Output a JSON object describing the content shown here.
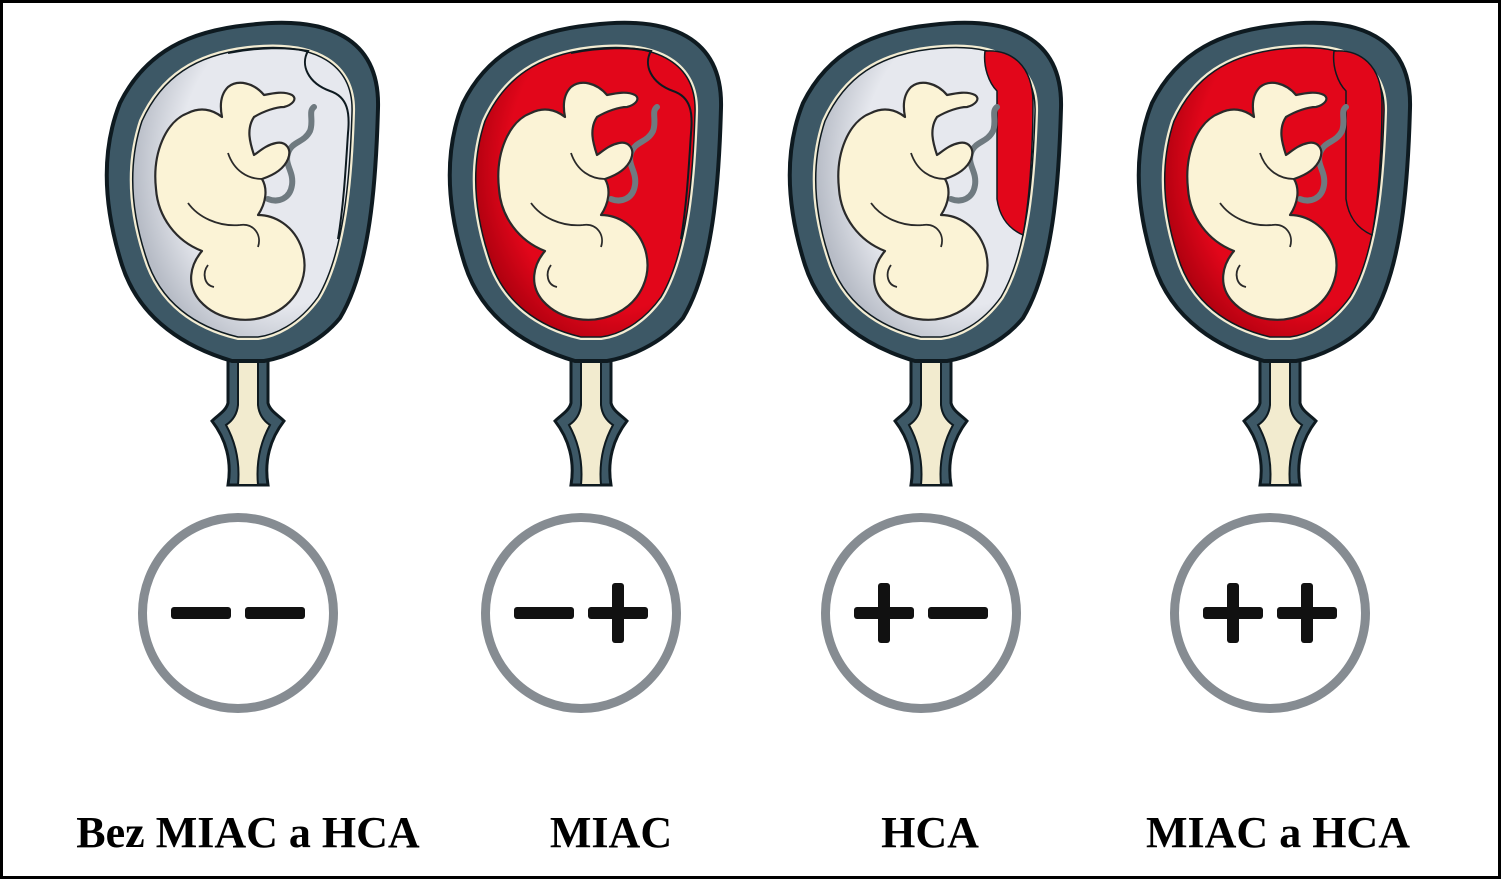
{
  "colors": {
    "wall": "#3d5866",
    "wall_outline": "#0e1a20",
    "membrane": "#f3ecd2",
    "cervix_fill": "#f2ebcf",
    "fetus": "#fbf3d6",
    "fetus_line": "#2a2a2a",
    "cord": "#6f7a80",
    "fluid_clear": "#e6e8ee",
    "fluid_clear_shade": "#b7bcc6",
    "inflamed": "#e2061a",
    "inflamed_dark": "#a8000e",
    "badge_ring": "#868c92",
    "sign": "#111111"
  },
  "panels": [
    {
      "id": "none",
      "caption": "Bez MIAC a HCA",
      "miac": false,
      "hca": false,
      "signs": [
        "minus",
        "minus"
      ]
    },
    {
      "id": "miac",
      "caption": "MIAC",
      "miac": true,
      "hca": false,
      "signs": [
        "minus",
        "plus"
      ]
    },
    {
      "id": "hca",
      "caption": "HCA",
      "miac": false,
      "hca": true,
      "signs": [
        "plus",
        "minus"
      ]
    },
    {
      "id": "miac-hca",
      "caption": "MIAC a HCA",
      "miac": true,
      "hca": true,
      "signs": [
        "plus",
        "plus"
      ]
    }
  ]
}
